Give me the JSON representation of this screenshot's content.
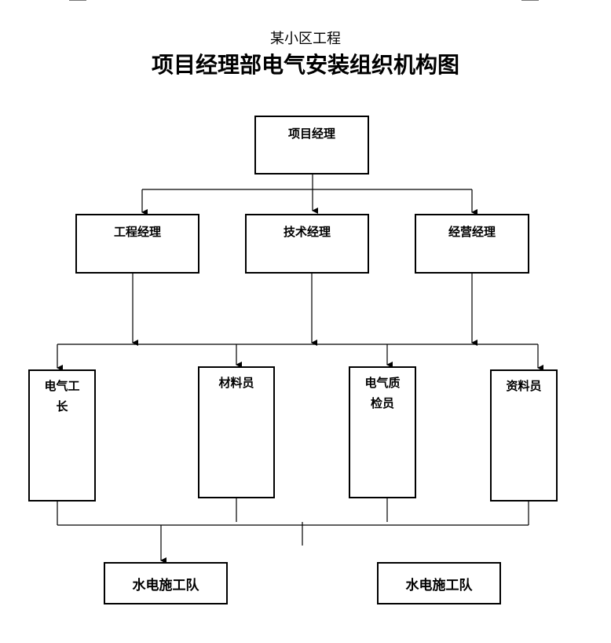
{
  "subtitle": "某小区工程",
  "title": "项目经理部电气安装组织机构图",
  "nodes": {
    "project_manager": "项目经理",
    "engineering_manager": "工程经理",
    "technical_manager": "技术经理",
    "business_manager": "经营经理",
    "electrical_foreman": "电气工长",
    "material_clerk": "材料员",
    "electrical_inspector": "电气质检员",
    "document_clerk": "资料员",
    "team_left": "水电施工队",
    "team_right": "水电施工队"
  }
}
